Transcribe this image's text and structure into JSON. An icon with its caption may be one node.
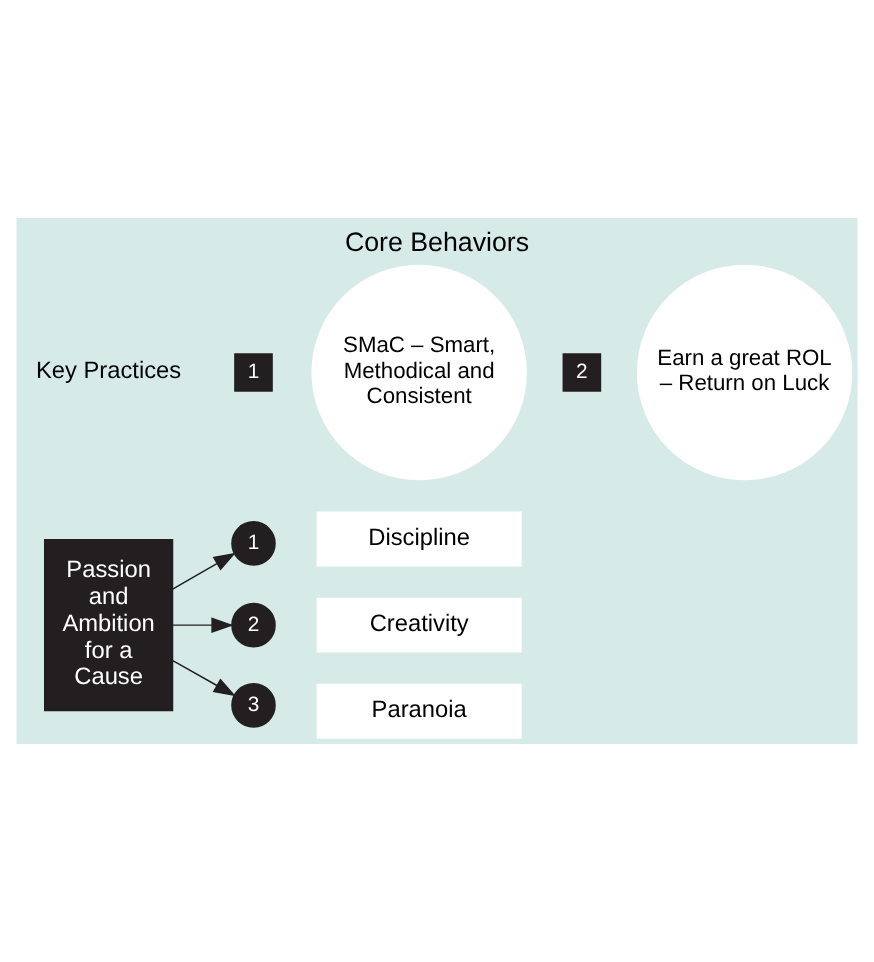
{
  "diagram": {
    "title": "Core Behaviors",
    "nodes": [
      {
        "text": [
          "Passion and Ambition for a Cause"
        ]
      },
      {
        "text": [
          "1"
        ]
      },
      {
        "text": [
          "Discipline"
        ]
      },
      {
        "text": [
          "2"
        ]
      },
      {
        "text": [
          "Creativity"
        ]
      },
      {
        "text": [
          "3"
        ]
      },
      {
        "text": [
          "Paranoia"
        ]
      },
      {
        "text": [
          "1"
        ]
      },
      {
        "text": [
          "SMaC – Smart, Methodical and Consistent"
        ]
      },
      {
        "text": [
          "2"
        ]
      },
      {
        "text": [
          "Earn a great ROL – Return on Luck"
        ]
      }
    ],
    "edges": [
      {
        "from": 0,
        "to": 1,
        "arrow": "to"
      },
      {
        "from": 0,
        "to": 3,
        "arrow": "to"
      },
      {
        "from": 0,
        "to": 5,
        "arrow": "to"
      }
    ],
    "labels": [
      "Key Practices"
    ]
  }
}
